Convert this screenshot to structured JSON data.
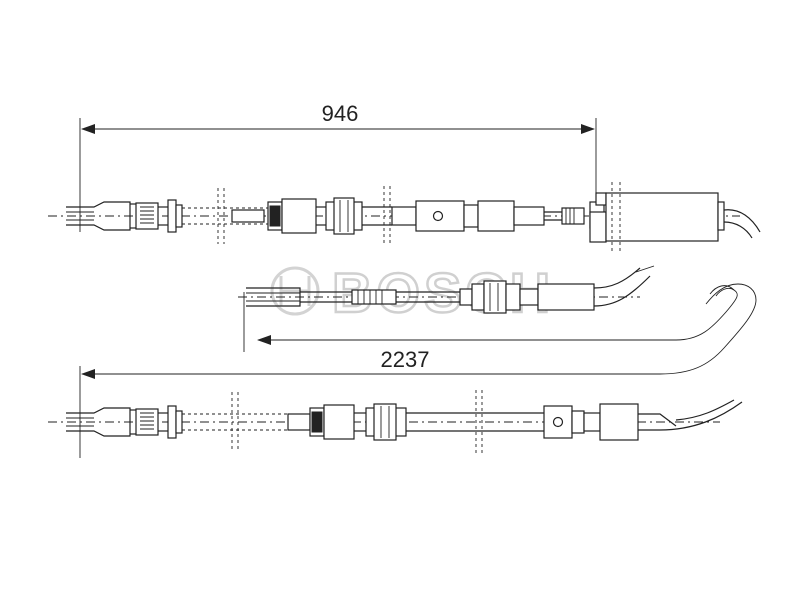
{
  "dimensions": {
    "upper_length": "946",
    "lower_length": "2237"
  },
  "watermark": {
    "text": "BOSCH",
    "icon": "bosch-armature-logo"
  },
  "colors": {
    "line": "#222222",
    "watermark": "#d3d3d3",
    "background": "#ffffff"
  }
}
